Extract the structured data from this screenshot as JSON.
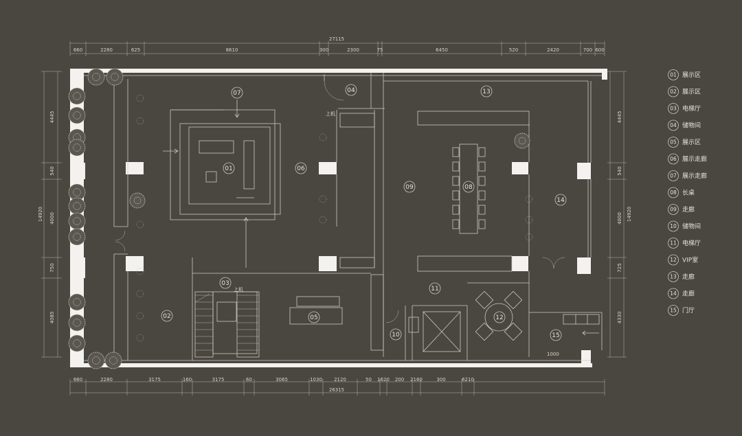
{
  "dims": {
    "top_total": "27115",
    "top": [
      "660",
      "2280",
      "625",
      "8610",
      "300",
      "2300",
      "75",
      "6450",
      "520",
      "2420",
      "700",
      "600"
    ],
    "bottom": [
      "660",
      "2280",
      "3175",
      "160",
      "3175",
      "60",
      "3065",
      "1030",
      "2120",
      "50",
      "1620",
      "200",
      "2160",
      "300",
      "6210"
    ],
    "bottom_total": "26315",
    "left": [
      "4445",
      "540",
      "4000",
      "750",
      "4085"
    ],
    "left_total": "14920",
    "right": [
      "4445",
      "540",
      "4000",
      "725",
      "4330"
    ],
    "right_total": "14920"
  },
  "room_labels": [
    {
      "num": "01"
    },
    {
      "num": "02"
    },
    {
      "num": "03"
    },
    {
      "num": "04"
    },
    {
      "num": "05"
    },
    {
      "num": "06"
    },
    {
      "num": "07"
    },
    {
      "num": "08"
    },
    {
      "num": "09"
    },
    {
      "num": "10"
    },
    {
      "num": "11"
    },
    {
      "num": "12"
    },
    {
      "num": "13"
    },
    {
      "num": "14"
    },
    {
      "num": "15"
    }
  ],
  "small_notes": [
    "上机",
    "上机",
    "1000"
  ],
  "legend": [
    {
      "num": "01",
      "label": "展示区"
    },
    {
      "num": "02",
      "label": "展示区"
    },
    {
      "num": "03",
      "label": "电梯厅"
    },
    {
      "num": "04",
      "label": "储物间"
    },
    {
      "num": "05",
      "label": "展示区"
    },
    {
      "num": "06",
      "label": "展示走廊"
    },
    {
      "num": "07",
      "label": "展示走廊"
    },
    {
      "num": "08",
      "label": "长桌"
    },
    {
      "num": "09",
      "label": "走廊"
    },
    {
      "num": "10",
      "label": "储物间"
    },
    {
      "num": "11",
      "label": "电梯厅"
    },
    {
      "num": "12",
      "label": "VIP室"
    },
    {
      "num": "13",
      "label": "走廊"
    },
    {
      "num": "14",
      "label": "走廊"
    },
    {
      "num": "15",
      "label": "门厅"
    }
  ],
  "colors": {
    "background": "#4a4640",
    "wall": "#f4f2ee",
    "line": "#cfcac0"
  }
}
